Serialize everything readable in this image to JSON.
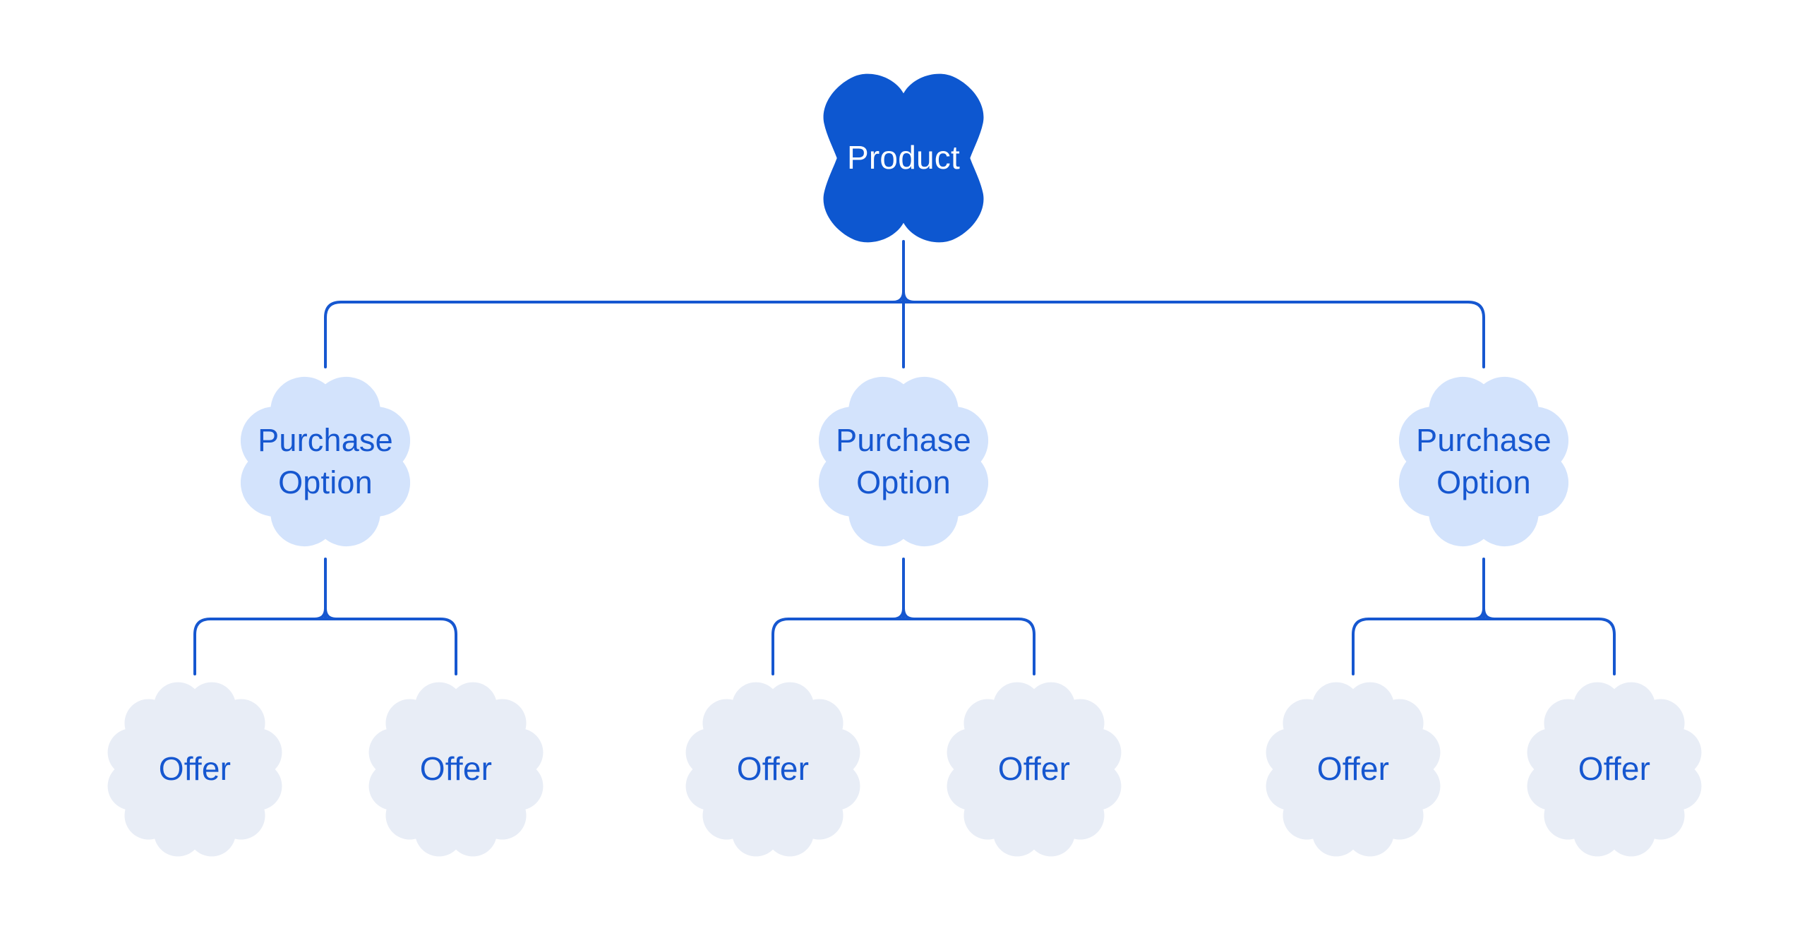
{
  "colors": {
    "background": "#ffffff",
    "root_fill": "#0d57d0",
    "root_text": "#ffffff",
    "option_fill": "#d3e3fc",
    "offer_fill": "#e8edf6",
    "accent_text": "#1657d0",
    "line": "#1657d0"
  },
  "tree": {
    "root": {
      "label": "Product"
    },
    "purchase_options": [
      {
        "label": "Purchase Option",
        "offers": [
          {
            "label": "Offer"
          },
          {
            "label": "Offer"
          }
        ]
      },
      {
        "label": "Purchase Option",
        "offers": [
          {
            "label": "Offer"
          },
          {
            "label": "Offer"
          }
        ]
      },
      {
        "label": "Purchase Option",
        "offers": [
          {
            "label": "Offer"
          },
          {
            "label": "Offer"
          }
        ]
      }
    ]
  }
}
